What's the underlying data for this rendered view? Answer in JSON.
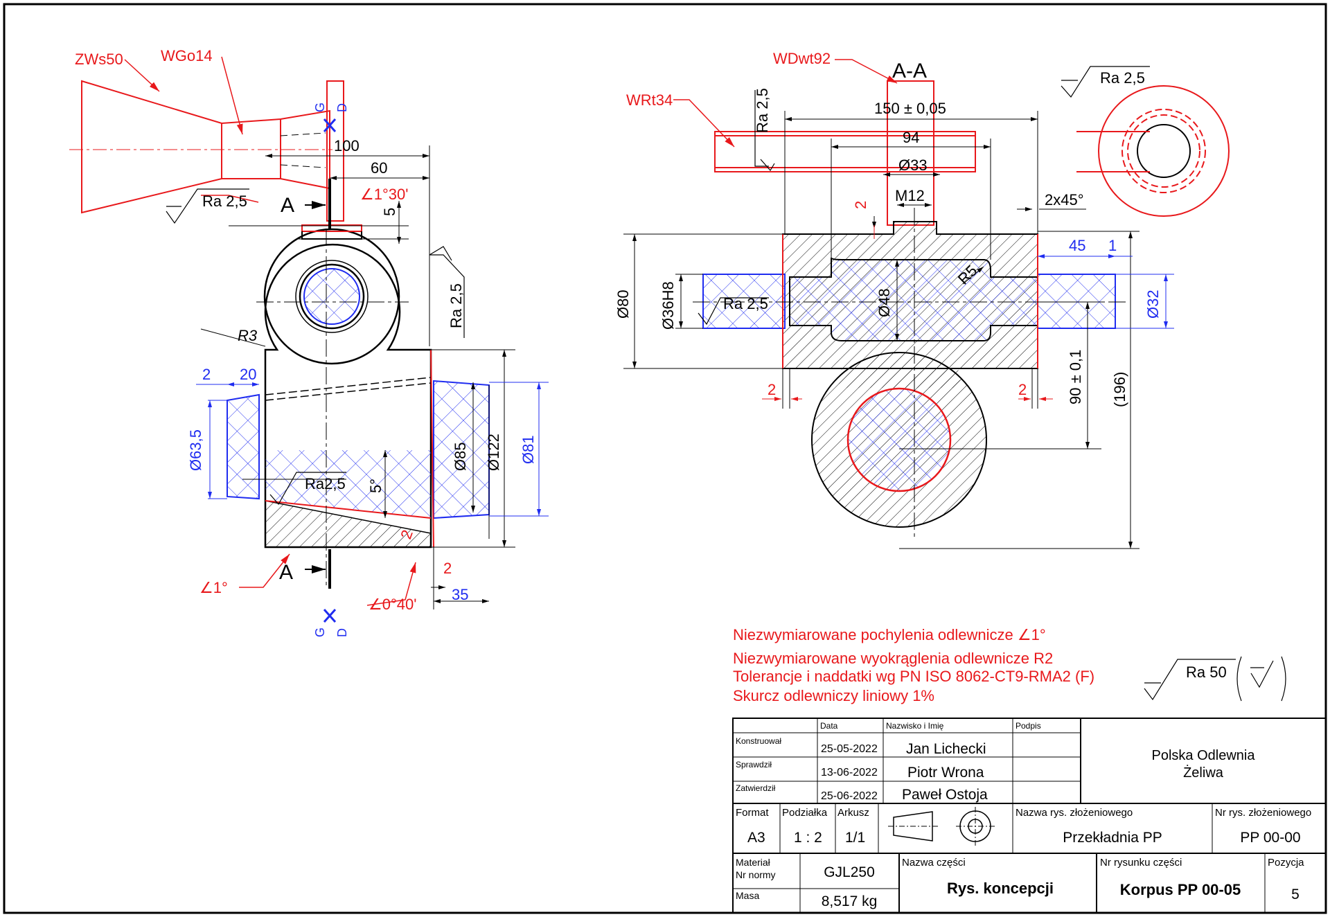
{
  "tb": {
    "h_data": "Data",
    "h_name": "Nazwisko i Imię",
    "h_sign": "Podpis",
    "r1_role": "Konstruował",
    "r1_date": "25-05-2022",
    "r1_name": "Jan Lichecki",
    "r2_role": "Sprawdził",
    "r2_date": "13-06-2022",
    "r2_name": "Piotr Wrona",
    "r3_role": "Zatwierdził",
    "r3_date": "25-06-2022",
    "r3_name": "Paweł Ostoja",
    "company1": "Polska Odlewnia",
    "company2": "Żeliwa",
    "format_h": "Format",
    "format_v": "A3",
    "scale_h": "Podziałka",
    "scale_v": "1 : 2",
    "sheet_h": "Arkusz",
    "sheet_v": "1/1",
    "asm_name_h": "Nazwa rys. złożeniowego",
    "asm_name_v": "Przekładnia PP",
    "asm_no_h": "Nr rys. złożeniowego",
    "asm_no_v": "PP 00-00",
    "mat_h1": "Materiał",
    "mat_h2": "Nr normy",
    "mat_v": "GJL250",
    "mass_h": "Masa",
    "mass_v": "8,517 kg",
    "part_name_h": "Nazwa części",
    "part_name_v": "Rys. koncepcji",
    "part_no_h": "Nr rysunku części",
    "part_no_v": "Korpus PP 00-05",
    "pos_h": "Pozycja",
    "pos_v": "5"
  },
  "notes": {
    "n1": "Niezwymiarowane pochylenia odlewnicze ∠1°",
    "n2": "Niezwymiarowane wyokrąglenia odlewnicze R2",
    "n3": "Tolerancje i naddatki wg PN ISO 8062-CT9-RMA2 (F)",
    "n4": "Skurcz odlewniczy liniowy 1%",
    "ra_general": "Ra 50"
  },
  "left": {
    "core1": "ZWs50",
    "core2": "WGo14",
    "d100": "100",
    "d60": "60",
    "d5": "5",
    "ang1": "∠1°30'",
    "ra1": "Ra 2,5",
    "ra2": "Ra 2,5",
    "ra3": "Ra2,5",
    "r3": "R3",
    "d2": "2",
    "d20": "20",
    "d63": "Ø63,5",
    "d85": "Ø85",
    "d122": "Ø122",
    "d81": "Ø81",
    "a5": "5°",
    "d2b": "2",
    "d2c": "2",
    "d35": "35",
    "ang2": "∠1°",
    "ang3": "∠0°40'",
    "secA": "A",
    "g": "G",
    "d": "D"
  },
  "right": {
    "title": "A-A",
    "core3": "WDwt92",
    "core4": "WRt34",
    "ra1": "Ra 2,5",
    "ra2": "Ra 2,5",
    "ra3": "Ra 2,5",
    "d150": "150 ± 0,05",
    "d94": "94",
    "d33": "Ø33",
    "m12": "M12",
    "d2a": "2",
    "ch": "2x45°",
    "d45": "45",
    "d1": "1",
    "d80": "Ø80",
    "d36": "Ø36H8",
    "d48": "Ø48",
    "r5": "R5",
    "d32": "Ø32",
    "d90": "90 ± 0,1",
    "d196": "(196)",
    "d2b": "2",
    "d2c": "2"
  }
}
